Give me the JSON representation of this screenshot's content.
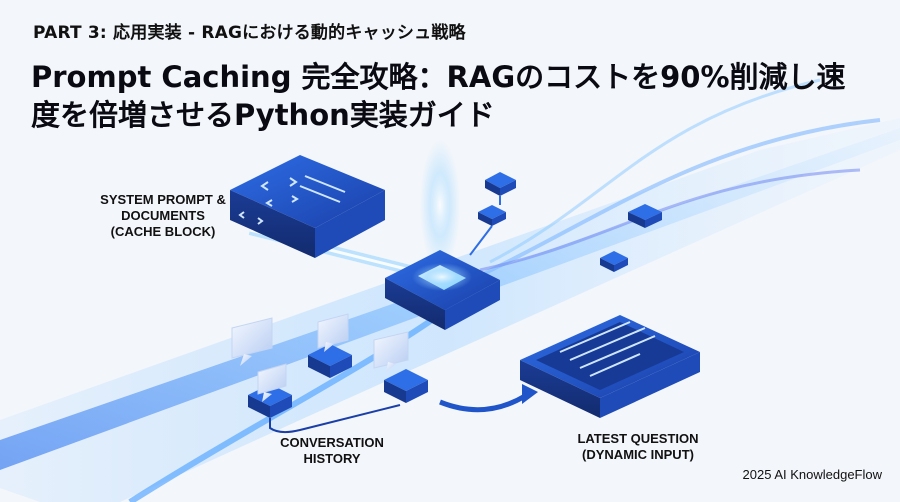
{
  "header": {
    "part": "PART 3: 応用実装 - RAGにおける動的キャッシュ戦略",
    "title": "Prompt Caching 完全攻略：RAGのコストを90%削減し速度を倍増させるPython実装ガイド"
  },
  "labels": {
    "system_block": "SYSTEM PROMPT &\nDOCUMENTS\n(CACHE BLOCK)",
    "conversation": "CONVERSATION\nHISTORY",
    "latest_question": "LATEST QUESTION\n(DYNAMIC INPUT)"
  },
  "footer": {
    "credit": "2025 AI KnowledgeFlow"
  },
  "icons": [
    "code-chevrons-icon",
    "chat-bubble-icon",
    "processor-chip-icon",
    "document-tablet-icon",
    "curved-arrow-icon"
  ],
  "colors": {
    "primary_blue": "#1f55c9",
    "light_blue": "#5aa8ff",
    "glow": "#bfe3ff",
    "background": "#f3f6fb"
  }
}
